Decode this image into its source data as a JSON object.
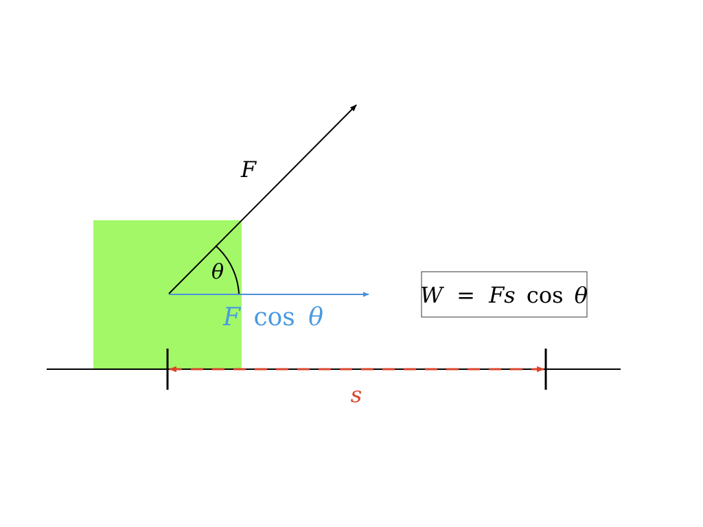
{
  "diagram": {
    "labels": {
      "force": "F",
      "angle": "θ",
      "component_var": "F",
      "component_func": "cos",
      "component_angle": "θ",
      "displacement": "s"
    },
    "formula": {
      "lhs": "W",
      "equals": "=",
      "product": "Fs",
      "func": "cos",
      "angle": "θ"
    },
    "colors": {
      "block": "#a3f868",
      "force_arrow": "#000000",
      "component_arrow": "#4a90d9",
      "component_label": "#4a9ae0",
      "displacement": "#d9452c",
      "ground": "#000000",
      "formula_border": "#333333"
    },
    "icons": {
      "force_arrowhead": "arrowhead",
      "component_arrowhead": "arrowhead",
      "displacement_arrowheads": "double-arrowhead"
    }
  }
}
